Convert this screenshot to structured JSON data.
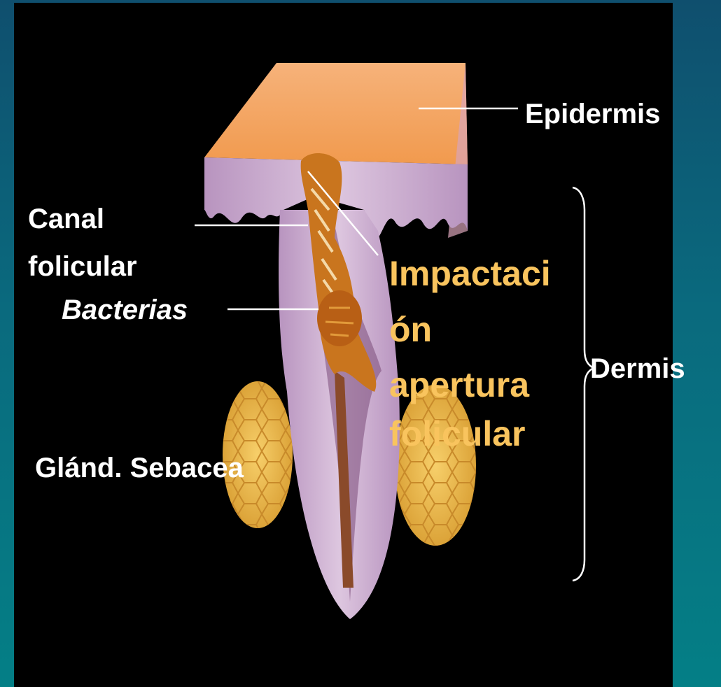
{
  "labels": {
    "epidermis": "Epidermis",
    "dermis": "Dermis",
    "canal_line1": "Canal",
    "canal_line2": "folicular",
    "bacterias": "Bacterias",
    "gland": "Glánd. Sebacea"
  },
  "impaction": {
    "lines": [
      "Impactaci",
      "ón",
      "apertura",
      "folicular"
    ],
    "color": "#f9c45e"
  },
  "colors": {
    "background": "#0a6a7e",
    "panel": "#000000",
    "skin_surface": "#f4a868",
    "tissue": "#c9a6c9",
    "gland": "#e8b84a"
  }
}
